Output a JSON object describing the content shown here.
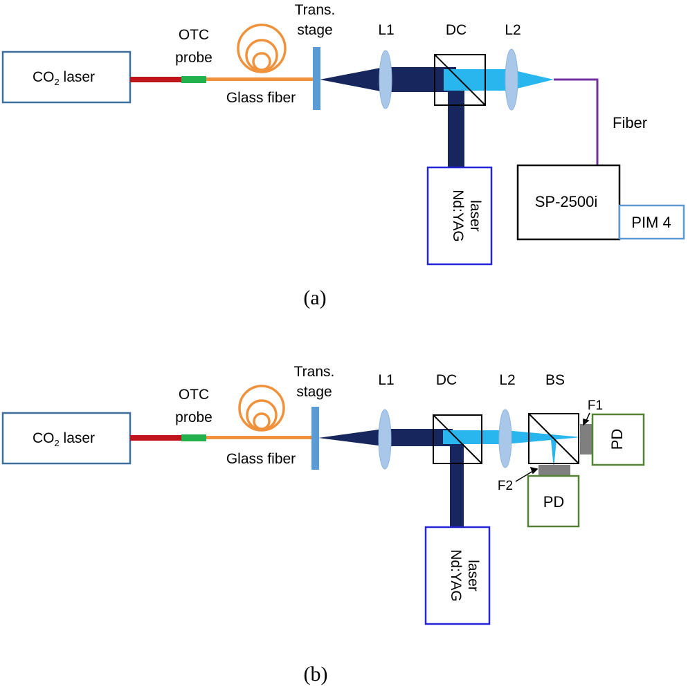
{
  "panel_a": {
    "caption": "(a)",
    "co2_laser": "CO",
    "co2_sub": "2",
    "co2_suffix": " laser",
    "otc_line1": "OTC",
    "otc_line2": "probe",
    "glass_fiber": "Glass fiber",
    "stage_line1": "Trans.",
    "stage_line2": "stage",
    "l1": "L1",
    "dc": "DC",
    "l2": "L2",
    "fiber": "Fiber",
    "ndyag_line1": "Nd:YAG",
    "ndyag_line2": "laser",
    "spectrometer": "SP-2500i",
    "pim": "PIM 4"
  },
  "panel_b": {
    "caption": "(b)",
    "co2_laser": "CO",
    "co2_sub": "2",
    "co2_suffix": " laser",
    "otc_line1": "OTC",
    "otc_line2": "probe",
    "glass_fiber": "Glass fiber",
    "stage_line1": "Trans.",
    "stage_line2": "stage",
    "l1": "L1",
    "dc": "DC",
    "l2": "L2",
    "bs": "BS",
    "f1": "F1",
    "f2": "F2",
    "pd1": "PD",
    "pd2": "PD",
    "ndyag_line1": "Nd:YAG",
    "ndyag_line2": "laser"
  },
  "colors": {
    "co2_box": "#3f6e9a",
    "red_fiber": "#c0141c",
    "otc_probe": "#22b14c",
    "glass_fiber": "#f0913c",
    "stage": "#5b9bd5",
    "lens": "#a9c7e8",
    "ndyag_beam": "#17275e",
    "light_beam": "#29b6ef",
    "ndyag_box": "#2626d9",
    "fiber_purple": "#7030a0",
    "pim_box": "#5b9bd5",
    "pd_box": "#548235",
    "filter": "#7f7f7f"
  }
}
